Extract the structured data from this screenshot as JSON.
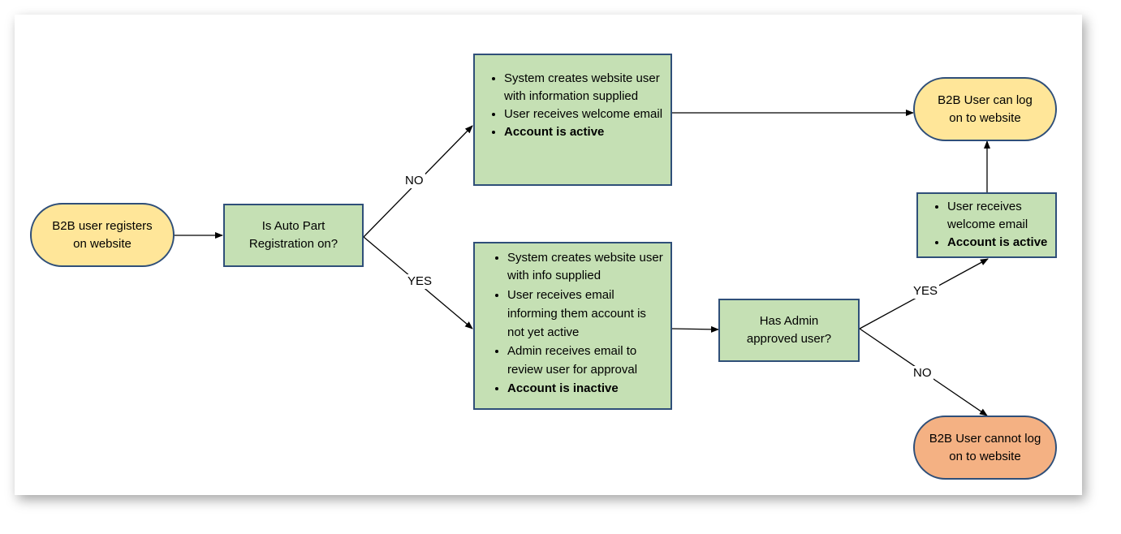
{
  "nodes": {
    "start": "B2B user registers on website",
    "decision_auto": "Is Auto Part Registration on?",
    "no_path_box": {
      "items": [
        "System creates website user with information supplied",
        "User receives welcome email",
        "Account is active"
      ]
    },
    "yes_path_box": {
      "items": [
        "System creates website user with info supplied",
        "User receives email informing them account is not yet active",
        "Admin receives email to review user for approval",
        "Account is inactive"
      ]
    },
    "decision_admin": "Has Admin approved user?",
    "approved_box": {
      "items": [
        "User receives welcome email",
        "Account is active"
      ]
    },
    "end_success": "B2B User can log on to website",
    "end_fail": "B2B User cannot log on to website"
  },
  "edge_labels": {
    "auto_no": "NO",
    "auto_yes": "YES",
    "admin_yes": "YES",
    "admin_no": "NO"
  },
  "colors": {
    "terminal_fill": "#ffe699",
    "fail_fill": "#f4b183",
    "process_fill": "#c5e0b4",
    "border": "#2f4f79"
  }
}
